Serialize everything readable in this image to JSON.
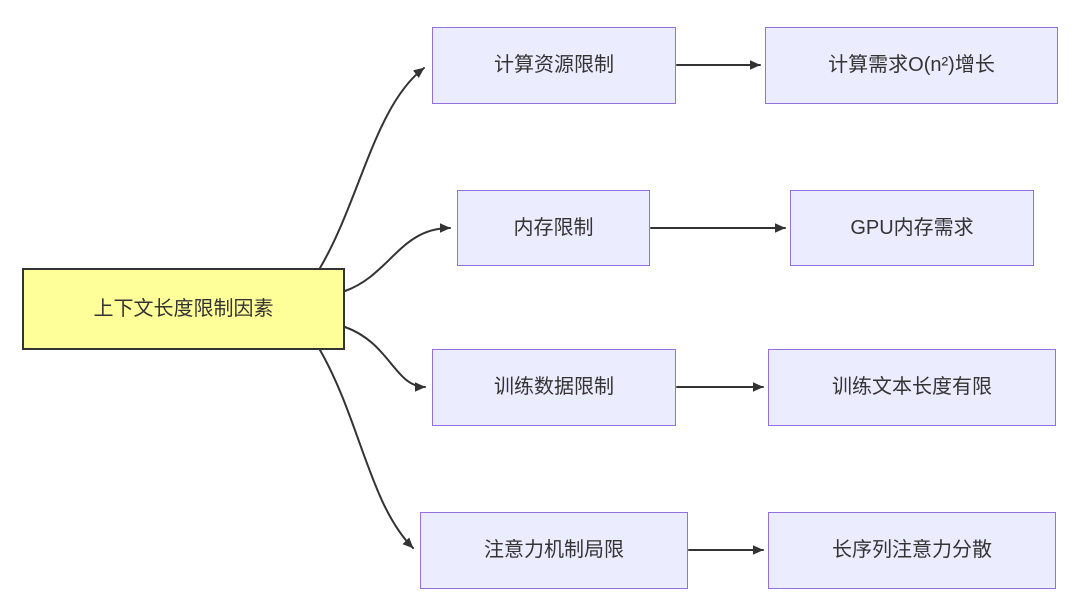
{
  "diagram": {
    "root": {
      "label": "上下文长度限制因素"
    },
    "branches": [
      {
        "cause": "计算资源限制",
        "effect": "计算需求O(n²)增长"
      },
      {
        "cause": "内存限制",
        "effect": "GPU内存需求"
      },
      {
        "cause": "训练数据限制",
        "effect": "训练文本长度有限"
      },
      {
        "cause": "注意力机制局限",
        "effect": "长序列注意力分散"
      }
    ],
    "colors": {
      "root_fill": "#FFFF99",
      "root_border": "#333333",
      "node_fill": "#ECECFF",
      "node_border": "#9370DB",
      "edge_color": "#333333"
    }
  }
}
